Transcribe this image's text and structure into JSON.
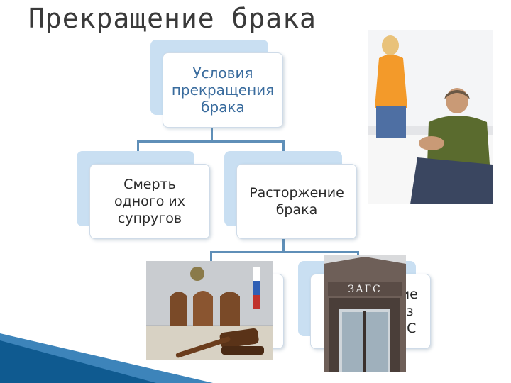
{
  "slide": {
    "title": "Прекращение брака"
  },
  "diagram": {
    "root": {
      "label": "Условия\nпрекращения\nбрака"
    },
    "level1": [
      {
        "label": "Смерть\nодного их\nсупругов"
      },
      {
        "label": "Расторжение\nбрака"
      }
    ],
    "level2": [
      {
        "label": ""
      },
      {
        "label": "Расторжение\nбрака через\nорганы ЗАГС"
      }
    ]
  },
  "photos": {
    "zags_sign": "ЗАГС"
  },
  "colors": {
    "accent": "#3a6c9e",
    "node_back": "#c9dff2",
    "connector": "#5f8fb8",
    "accent_bar": "#1b6fae"
  }
}
